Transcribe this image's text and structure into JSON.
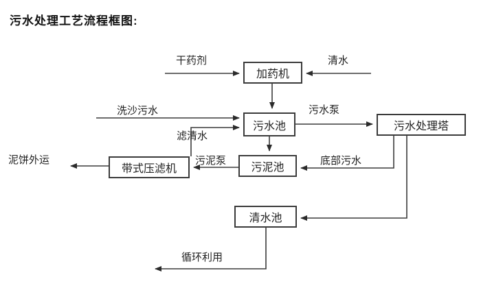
{
  "title": "污水处理工艺流程框图:",
  "diagram": {
    "type": "flowchart",
    "nodes": {
      "dosing_machine": "加药机",
      "sewage_pool": "污水池",
      "sludge_pool": "污泥池",
      "belt_filter_press": "带式压滤机",
      "sewage_treatment_tower": "污水处理塔",
      "clean_water_pool": "清水池"
    },
    "flow_labels": {
      "dry_chemical": "干药剂",
      "clean_water": "清水",
      "sand_washing_sewage": "洗沙污水",
      "sewage_pump": "污水泵",
      "filtered_water": "滤清水",
      "sludge_pump": "污泥泵",
      "bottom_sewage": "底部污水",
      "mud_cake_out": "泥饼外运",
      "recycle_use": "循环利用"
    },
    "edges": [
      {
        "from": "dry_chemical",
        "to": "dosing_machine",
        "label": "干药剂"
      },
      {
        "from": "clean_water",
        "to": "dosing_machine",
        "label": "清水"
      },
      {
        "from": "dosing_machine",
        "to": "sewage_pool",
        "label": ""
      },
      {
        "from": "sand_washing_sewage",
        "to": "sewage_pool",
        "label": "洗沙污水"
      },
      {
        "from": "belt_filter_press",
        "to": "sewage_pool",
        "label": "滤清水"
      },
      {
        "from": "sewage_pool",
        "to": "sewage_treatment_tower",
        "label": "污水泵"
      },
      {
        "from": "sewage_pool",
        "to": "sludge_pool",
        "label": ""
      },
      {
        "from": "sludge_pool",
        "to": "belt_filter_press",
        "label": "污泥泵"
      },
      {
        "from": "belt_filter_press",
        "to": "mud_cake_out",
        "label": "泥饼外运"
      },
      {
        "from": "sewage_treatment_tower",
        "to": "sludge_pool",
        "label": "底部污水"
      },
      {
        "from": "sewage_treatment_tower",
        "to": "clean_water_pool",
        "label": ""
      },
      {
        "from": "clean_water_pool",
        "to": "recycle_use",
        "label": "循环利用"
      }
    ],
    "colors": {
      "background": "#ffffff",
      "line": "#3a3a3a",
      "text": "#1f1f1f"
    }
  }
}
